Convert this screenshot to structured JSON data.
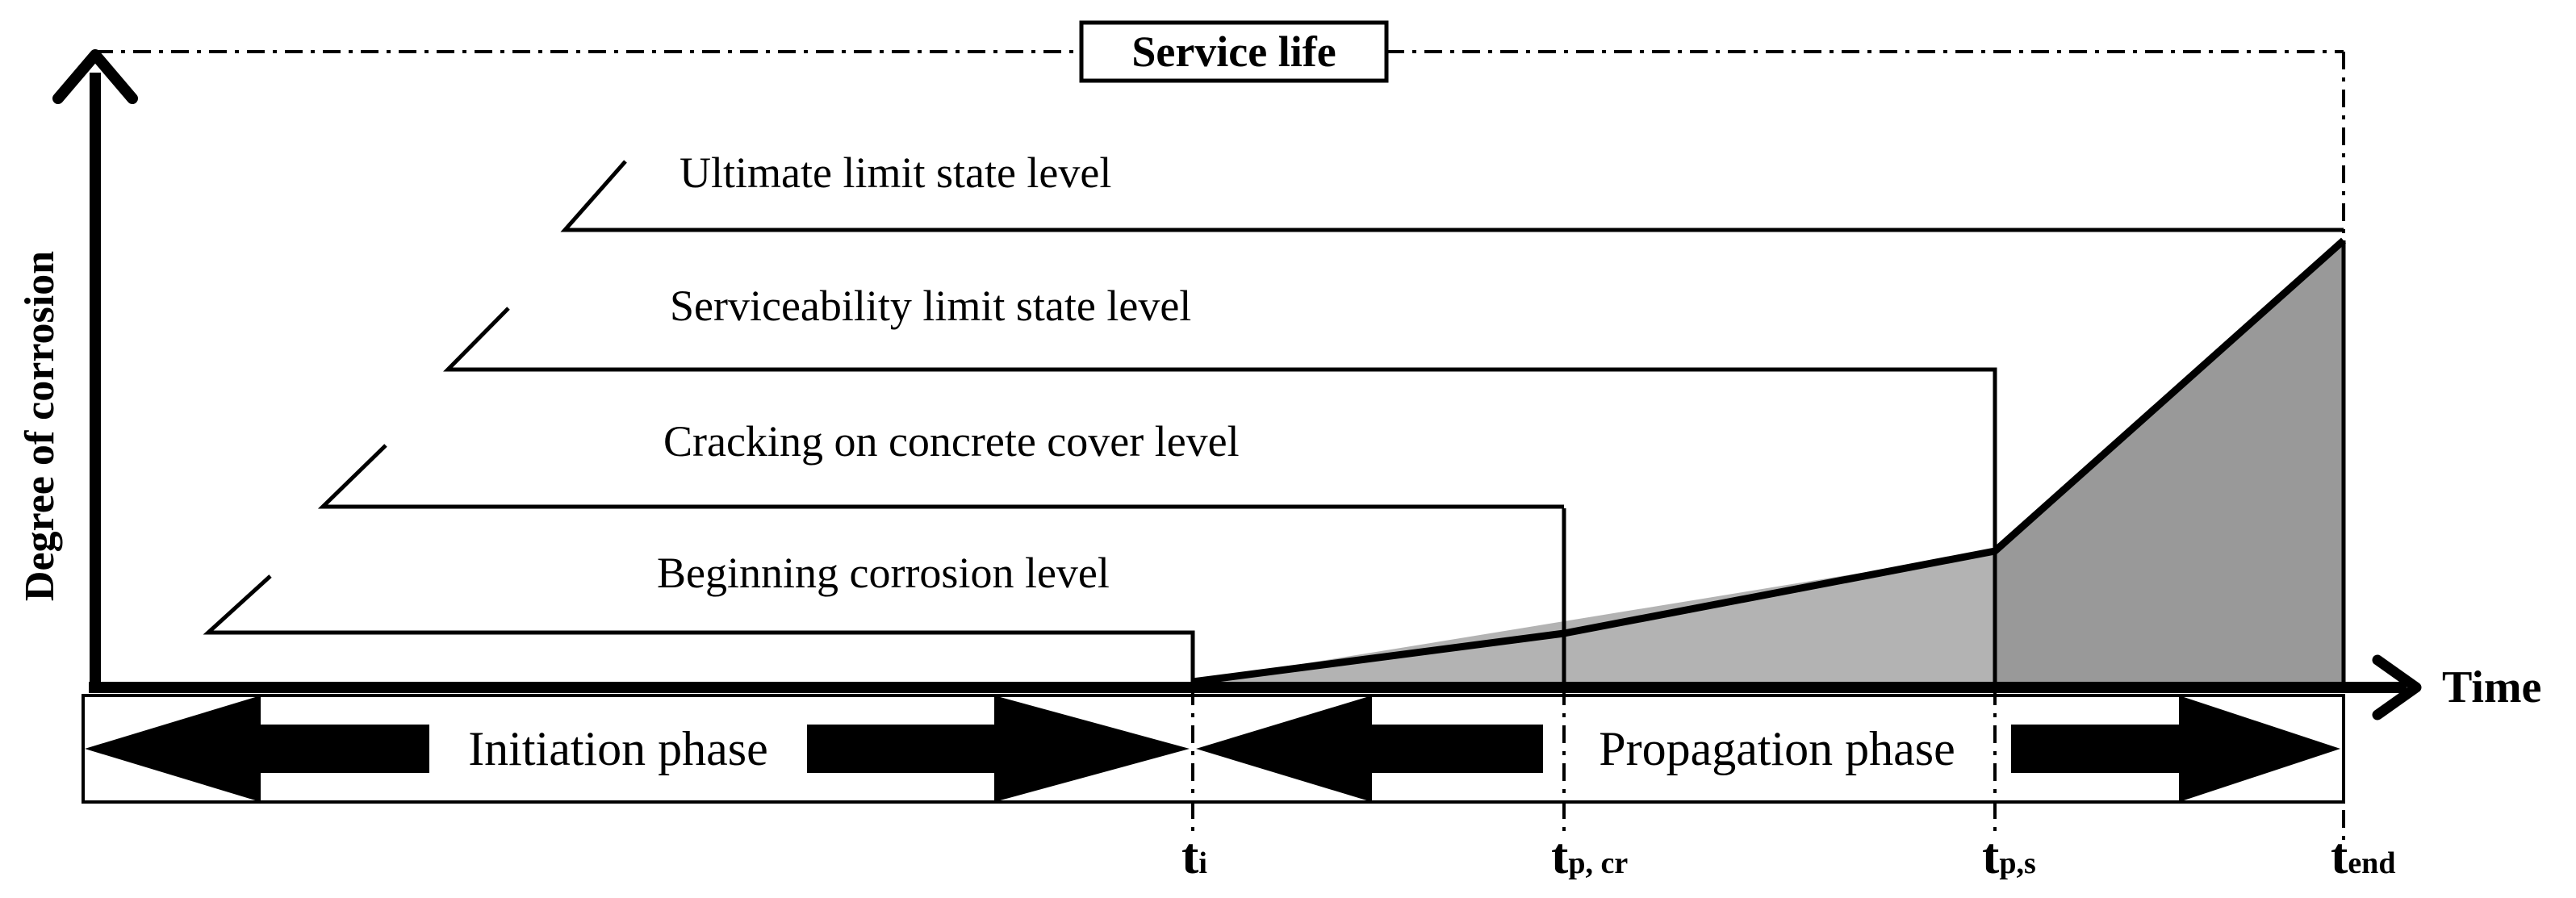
{
  "title": "Service life",
  "axes": {
    "y_label": "Degree of corrosion",
    "x_label": "Time"
  },
  "levels": [
    {
      "label": "Ultimate limit state level"
    },
    {
      "label": "Serviceability limit state level"
    },
    {
      "label": "Cracking on concrete cover level"
    },
    {
      "label": "Beginning corrosion level"
    }
  ],
  "phases": {
    "initiation": "Initiation phase",
    "propagation": "Propagation phase"
  },
  "time_markers": [
    {
      "main": "t",
      "sub": "i"
    },
    {
      "main": "t",
      "sub": "p, cr"
    },
    {
      "main": "t",
      "sub": "p,s"
    },
    {
      "main": "t",
      "sub": "end"
    }
  ],
  "colors": {
    "line": "#000000",
    "fill_light": "#b3b3b3",
    "fill_dark": "#999999",
    "background": "#ffffff"
  }
}
